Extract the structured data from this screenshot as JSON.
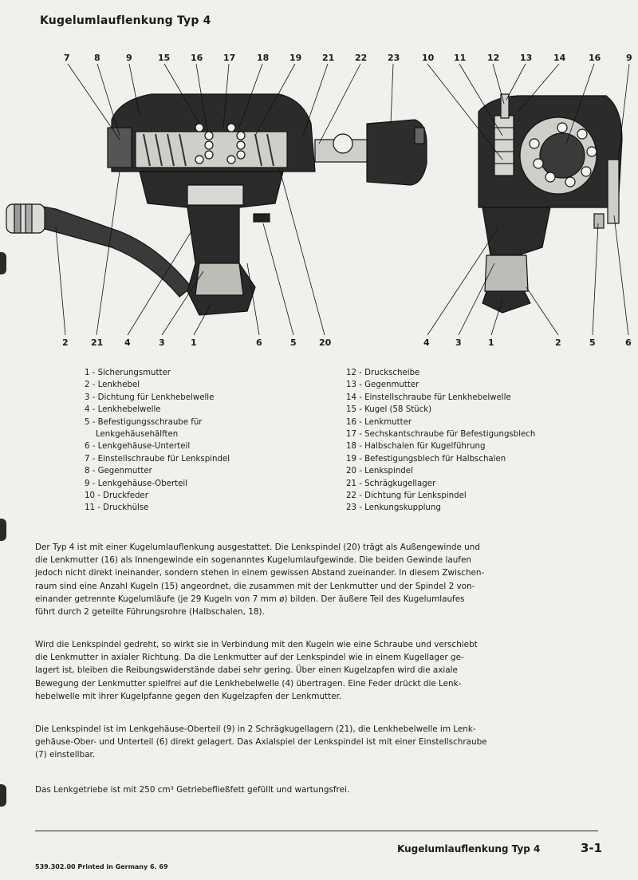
{
  "header": {
    "title": "Kugelumlauflenkung Typ 4"
  },
  "figure": {
    "left_top_callouts": [
      "7",
      "8",
      "9",
      "15",
      "16",
      "17",
      "18",
      "19",
      "21",
      "22",
      "23"
    ],
    "left_bottom_callouts": [
      "2",
      "21",
      "4",
      "3",
      "1",
      "6",
      "5",
      "20"
    ],
    "right_top_callouts": [
      "10",
      "11",
      "12",
      "13",
      "14",
      "16",
      "9"
    ],
    "right_bottom_callouts": [
      "4",
      "3",
      "1",
      "2",
      "5",
      "6"
    ]
  },
  "legend": {
    "left": [
      {
        "text": "1 - Sicherungsmutter"
      },
      {
        "text": "2 - Lenkhebel"
      },
      {
        "text": "3 - Dichtung für Lenkhebelwelle"
      },
      {
        "text": "4 - Lenkhebelwelle"
      },
      {
        "text": "5 - Befestigungsschraube für"
      },
      {
        "text": "Lenkgehäusehälften"
      },
      {
        "text": "6 - Lenkgehäuse-Unterteil"
      },
      {
        "text": "7 - Einstellschraube für Lenkspindel"
      },
      {
        "text": "8 - Gegenmutter"
      },
      {
        "text": "9 - Lenkgehäuse-Oberteil"
      },
      {
        "text": "10 - Druckfeder"
      },
      {
        "text": "11 - Druckhülse"
      }
    ],
    "right": [
      {
        "text": "12 - Druckscheibe"
      },
      {
        "text": "13 - Gegenmutter"
      },
      {
        "text": "14 - Einstellschraube für Lenkhebelwelle"
      },
      {
        "text": "15 - Kugel (58 Stück)"
      },
      {
        "text": "16 - Lenkmutter"
      },
      {
        "text": "17 - Sechskantschraube für Befestigungsblech"
      },
      {
        "text": "18 - Halbschalen für Kugelführung"
      },
      {
        "text": "19 - Befestigungsblech für Halbschalen"
      },
      {
        "text": "20 - Lenkspindel"
      },
      {
        "text": "21 - Schrägkugellager"
      },
      {
        "text": "22 - Dichtung für Lenkspindel"
      },
      {
        "text": "23 - Lenkungskupplung"
      }
    ]
  },
  "body": {
    "p1": [
      "Der Typ 4 ist mit einer Kugelumlauflenkung ausgestattet. Die Lenkspindel (20) trägt als Außengewinde und",
      "die Lenkmutter (16) als Innengewinde ein sogenanntes Kugelumlaufgewinde. Die beiden Gewinde laufen",
      "jedoch nicht direkt ineinander, sondern stehen in einem gewissen Abstand zueinander. In diesem Zwischen-",
      "raum sind eine Anzahl Kugeln (15) angeordnet, die zusammen mit der Lenkmutter und der Spindel 2 von-",
      "einander getrennte Kugelumläufe (je 29 Kugeln von 7 mm ø) bilden. Der äußere Teil des Kugelumlaufes",
      "führt durch 2 geteilte Führungsrohre (Halbschalen, 18)."
    ],
    "p2": [
      "Wird die Lenkspindel gedreht, so wirkt sie in Verbindung mit den Kugeln wie eine Schraube und verschiebt",
      "die Lenkmutter in axialer Richtung. Da die Lenkmutter auf der Lenkspindel wie in einem Kugellager ge-",
      "lagert ist, bleiben die Reibungswiderstände dabei sehr gering. Über einen Kugelzapfen wird die axiale",
      "Bewegung der Lenkmutter spielfrei auf die Lenkhebelwelle (4) übertragen. Eine Feder drückt die Lenk-",
      "hebelwelle mit ihrer Kugelpfanne gegen den Kugelzapfen der Lenkmutter."
    ],
    "p3": [
      "Die Lenkspindel ist im Lenkgehäuse-Oberteil (9) in 2 Schrägkugellagern (21), die Lenkhebelwelle im Lenk-",
      "gehäuse-Ober- und Unterteil (6) direkt gelagert. Das Axialspiel der Lenkspindel ist mit einer Einstellschraube",
      "(7) einstellbar."
    ],
    "p4": [
      "Das Lenkgetriebe ist mit 250 cm³ Getriebefließfett gefüllt und wartungsfrei."
    ]
  },
  "footer": {
    "title": "Kugelumlauflenkung Typ 4",
    "page_number": "3-1",
    "print_note": "539.302.00 Printed in Germany 6. 69"
  }
}
